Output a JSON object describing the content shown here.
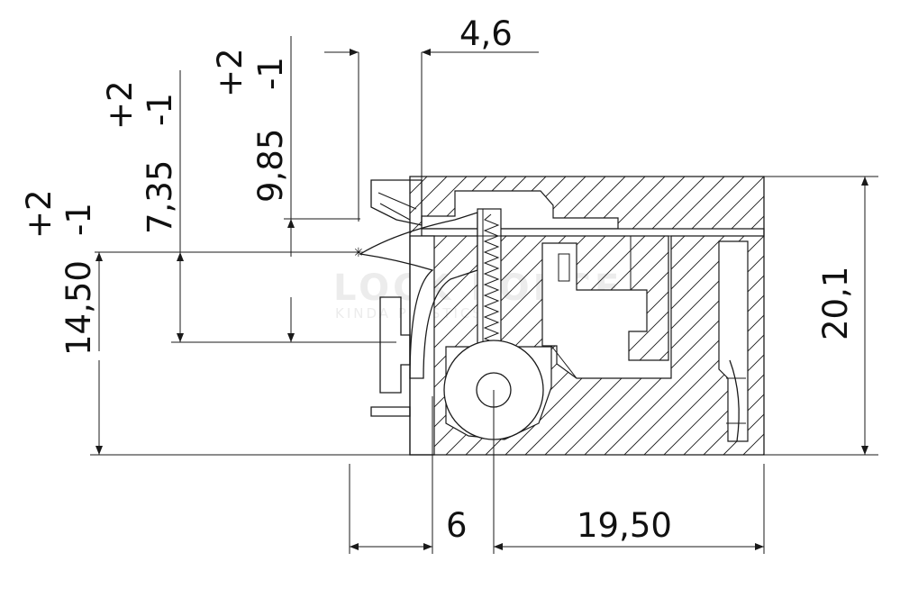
{
  "dimensions": {
    "top_offset": "4,6",
    "dim_9_85": {
      "value": "9,85",
      "tol_plus": "+2",
      "tol_minus": "-1"
    },
    "dim_7_35": {
      "value": "7,35",
      "tol_plus": "+2",
      "tol_minus": "-1"
    },
    "dim_14_50": {
      "value": "14,50",
      "tol_plus": "+2",
      "tol_minus": "-1"
    },
    "height": "20,1",
    "bottom_left": "6",
    "bottom_right": "19,50"
  },
  "watermark": {
    "title": "LOCK FORCE",
    "subtitle": "KINDA PLASTICS"
  }
}
